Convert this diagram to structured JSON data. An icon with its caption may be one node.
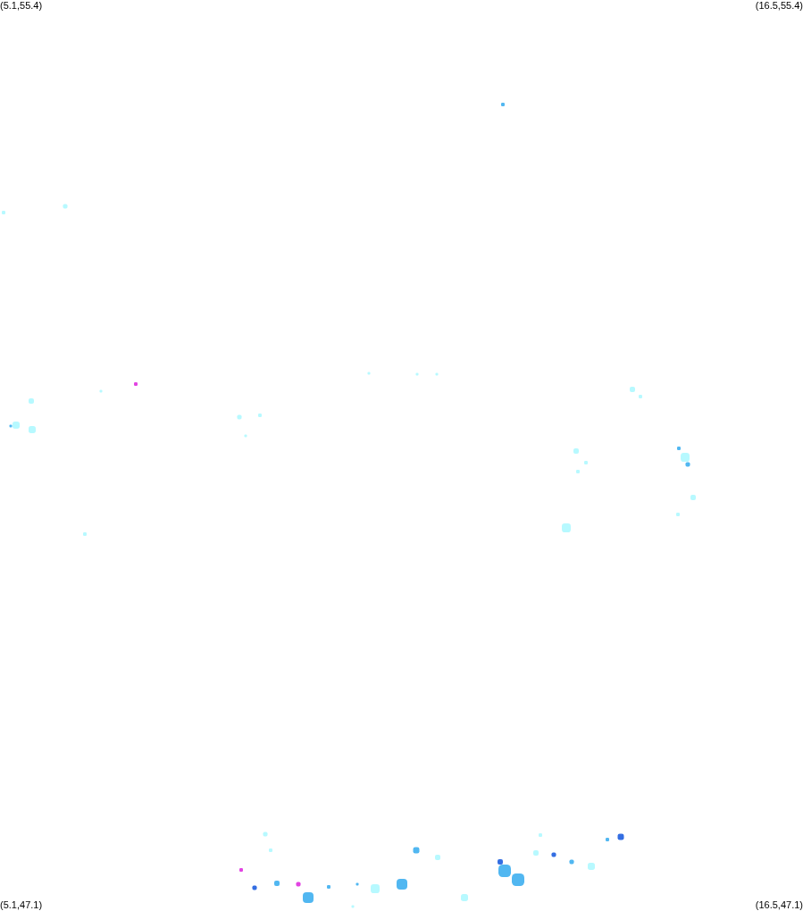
{
  "diagram": {
    "labels": [
      "(5.1,55.4)",
      "(16.5,55.4)",
      "(5.1,47.1)",
      "(16.5,47.1)"
    ]
  }
}
